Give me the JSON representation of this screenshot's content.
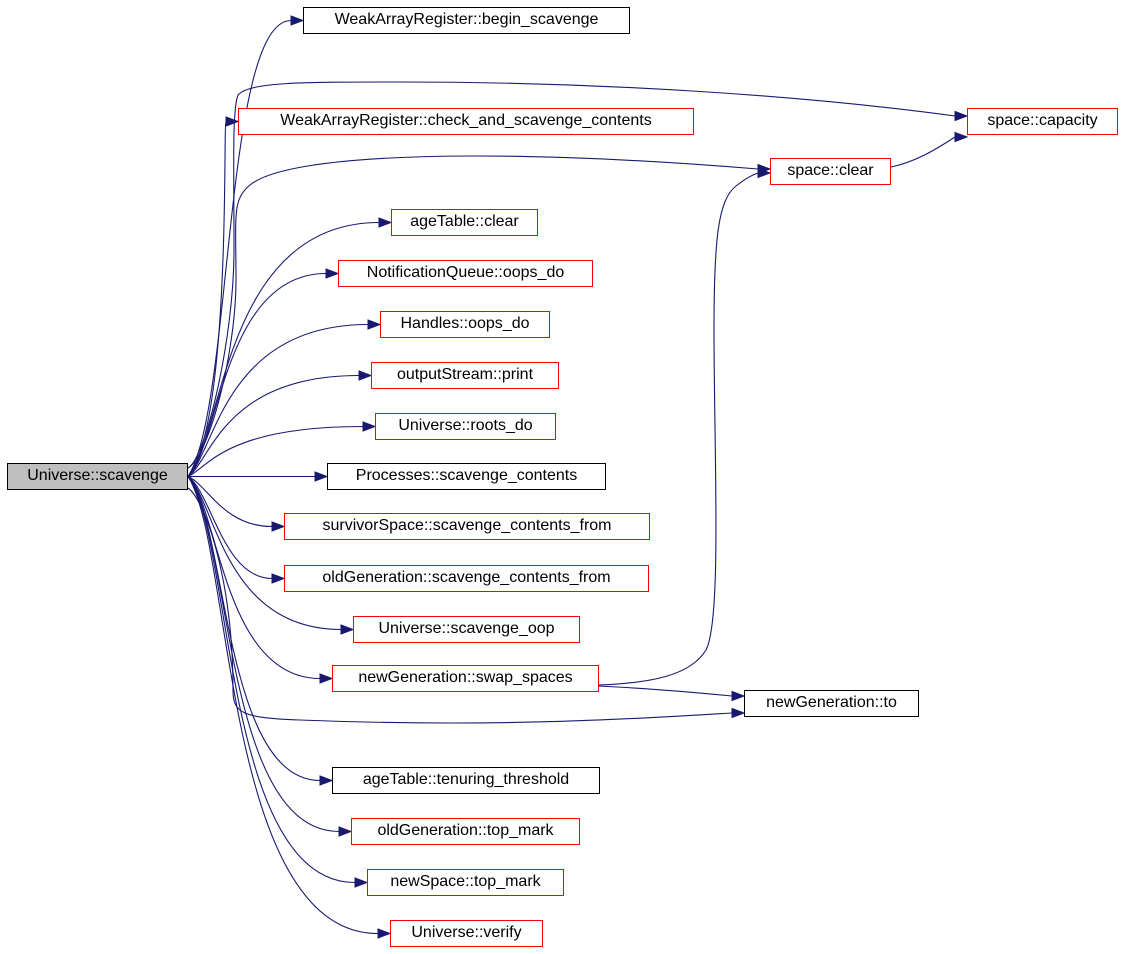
{
  "diagram": {
    "edge_color": "#191970",
    "root": {
      "id": "root",
      "label": "Universe::scavenge",
      "fill": "#bfbfbf"
    },
    "nodes": [
      {
        "id": "wa_begin",
        "label": "WeakArrayRegister::begin_scavenge",
        "linked": false
      },
      {
        "id": "wa_check",
        "label": "WeakArrayRegister::check_and_scavenge_contents",
        "linked": true
      },
      {
        "id": "space_capacity",
        "label": "space::capacity",
        "linked": true
      },
      {
        "id": "space_clear",
        "label": "space::clear",
        "linked": true
      },
      {
        "id": "agetable_clear",
        "label": "ageTable::clear",
        "linked": true
      },
      {
        "id": "nq_oops",
        "label": "NotificationQueue::oops_do",
        "linked": true
      },
      {
        "id": "handles_oops",
        "label": "Handles::oops_do",
        "linked": true
      },
      {
        "id": "os_print",
        "label": "outputStream::print",
        "linked": true
      },
      {
        "id": "univ_roots",
        "label": "Universe::roots_do",
        "linked": true
      },
      {
        "id": "proc_scav",
        "label": "Processes::scavenge_contents",
        "linked": false
      },
      {
        "id": "surv_scav",
        "label": "survivorSpace::scavenge_contents_from",
        "linked": true
      },
      {
        "id": "old_scav",
        "label": "oldGeneration::scavenge_contents_from",
        "linked": true
      },
      {
        "id": "univ_oop",
        "label": "Universe::scavenge_oop",
        "linked": true
      },
      {
        "id": "newgen_swap",
        "label": "newGeneration::swap_spaces",
        "linked": true
      },
      {
        "id": "newgen_to",
        "label": "newGeneration::to",
        "linked": false
      },
      {
        "id": "age_tenure",
        "label": "ageTable::tenuring_threshold",
        "linked": false
      },
      {
        "id": "old_top",
        "label": "oldGeneration::top_mark",
        "linked": true
      },
      {
        "id": "newspace_top",
        "label": "newSpace::top_mark",
        "linked": true
      },
      {
        "id": "univ_verify",
        "label": "Universe::verify",
        "linked": true
      }
    ],
    "edges": [
      [
        "root",
        "wa_begin"
      ],
      [
        "root",
        "wa_check"
      ],
      [
        "root",
        "space_capacity"
      ],
      [
        "root",
        "space_clear"
      ],
      [
        "root",
        "agetable_clear"
      ],
      [
        "root",
        "nq_oops"
      ],
      [
        "root",
        "handles_oops"
      ],
      [
        "root",
        "os_print"
      ],
      [
        "root",
        "univ_roots"
      ],
      [
        "root",
        "proc_scav"
      ],
      [
        "root",
        "surv_scav"
      ],
      [
        "root",
        "old_scav"
      ],
      [
        "root",
        "univ_oop"
      ],
      [
        "root",
        "newgen_swap"
      ],
      [
        "root",
        "newgen_to"
      ],
      [
        "root",
        "age_tenure"
      ],
      [
        "root",
        "old_top"
      ],
      [
        "root",
        "newspace_top"
      ],
      [
        "root",
        "univ_verify"
      ],
      [
        "space_clear",
        "space_capacity"
      ],
      [
        "newgen_swap",
        "space_clear"
      ],
      [
        "newgen_swap",
        "newgen_to"
      ]
    ]
  }
}
